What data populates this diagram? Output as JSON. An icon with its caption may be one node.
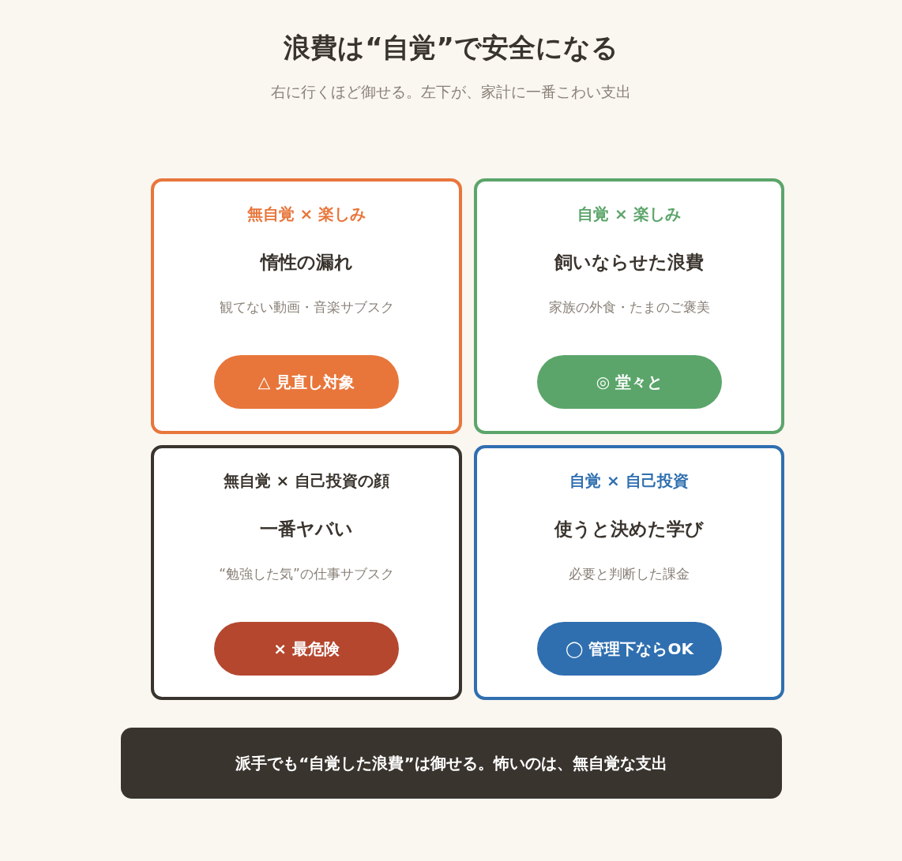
{
  "diagram": {
    "title": "浪費は“自覚”で安全になる",
    "nodes": [
      {
        "text": [
          "無自覚 × 楽しみ",
          "惰性の漏れ",
          "観てない動画・音楽サブスク"
        ]
      },
      {
        "text": [
          "△ 見直し対象"
        ],
        "in": 0
      },
      {
        "text": [
          "自覚 × 楽しみ",
          "飼いならせた浪費",
          "家族の外食・たまのご褒美"
        ]
      },
      {
        "text": [
          "◎ 堂々と"
        ],
        "in": 2
      },
      {
        "text": [
          "無自覚 × 自己投資の顔",
          "一番ヤバい",
          "“勉強した気”の仕事サブスク"
        ]
      },
      {
        "text": [
          "× 最危険"
        ],
        "in": 4
      },
      {
        "text": [
          "自覚 × 自己投資",
          "使うと決めた学び",
          "必要と判断した課金"
        ]
      },
      {
        "text": [
          "◯ 管理下ならOK"
        ],
        "in": 6
      },
      {
        "text": [
          "派手でも“自覚した浪費”は御せる。怖いのは、無自覚な支出"
        ]
      }
    ],
    "edges": [],
    "labels": [
      "右に行くほど御せる。左下が、家計に一番こわい支出"
    ]
  }
}
